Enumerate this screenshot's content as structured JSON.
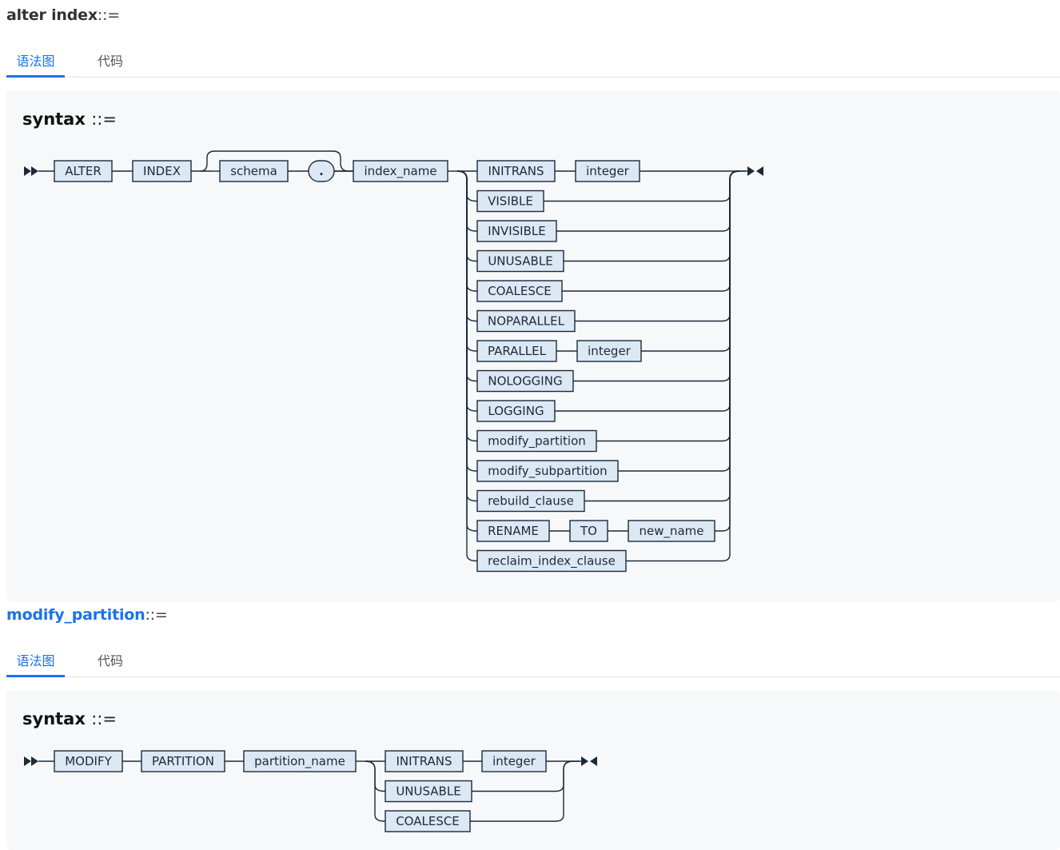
{
  "sections": [
    {
      "title": "alter index",
      "title_suffix": "::=",
      "title_is_link": false,
      "tabs": [
        {
          "label": "语法图",
          "active": true
        },
        {
          "label": "代码",
          "active": false
        }
      ],
      "syntax_label": "syntax",
      "syntax_assign": "::=",
      "diagram": {
        "sequence": [
          "ALTER",
          "INDEX"
        ],
        "optional_group": [
          "schema",
          "."
        ],
        "after_optional": [
          "index_name"
        ],
        "choices": [
          [
            "INITRANS",
            "integer"
          ],
          [
            "VISIBLE"
          ],
          [
            "INVISIBLE"
          ],
          [
            "UNUSABLE"
          ],
          [
            "COALESCE"
          ],
          [
            "NOPARALLEL"
          ],
          [
            "PARALLEL",
            "integer"
          ],
          [
            "NOLOGGING"
          ],
          [
            "LOGGING"
          ],
          [
            "modify_partition"
          ],
          [
            "modify_subpartition"
          ],
          [
            "rebuild_clause"
          ],
          [
            "RENAME",
            "TO",
            "new_name"
          ],
          [
            "reclaim_index_clause"
          ]
        ]
      }
    },
    {
      "title": "modify_partition",
      "title_suffix": "::=",
      "title_is_link": true,
      "tabs": [
        {
          "label": "语法图",
          "active": true
        },
        {
          "label": "代码",
          "active": false
        }
      ],
      "syntax_label": "syntax",
      "syntax_assign": "::=",
      "diagram": {
        "sequence": [
          "MODIFY",
          "PARTITION",
          "partition_name"
        ],
        "choices": [
          [
            "INITRANS",
            "integer"
          ],
          [
            "UNUSABLE"
          ],
          [
            "COALESCE"
          ]
        ]
      }
    }
  ],
  "colors": {
    "accent": "#1a73e8",
    "panel_bg": "#f6f8fa",
    "box_fill": "#dce8f4",
    "stroke": "#1b2a3a"
  }
}
